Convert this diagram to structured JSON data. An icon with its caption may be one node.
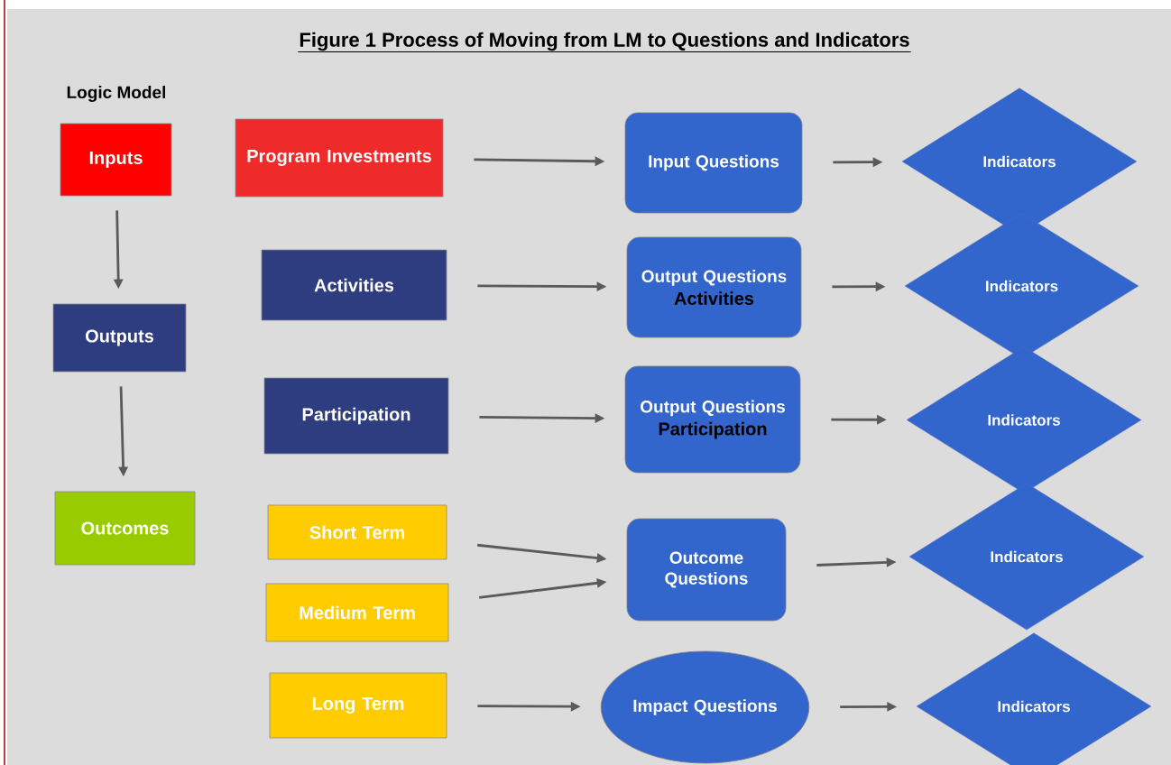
{
  "diagram": {
    "title": "Figure 1 Process of Moving from LM to Questions and Indicators",
    "nodes": [
      {
        "text": [
          "Inputs"
        ]
      },
      {
        "text": [
          "Outputs"
        ]
      },
      {
        "text": [
          "Outcomes"
        ]
      },
      {
        "text": [
          "Program Investments"
        ]
      },
      {
        "text": [
          "Activities"
        ]
      },
      {
        "text": [
          "Participation"
        ]
      },
      {
        "text": [
          "Short Term"
        ]
      },
      {
        "text": [
          "Medium Term"
        ]
      },
      {
        "text": [
          "Long Term"
        ]
      },
      {
        "text": [
          "Input Questions"
        ]
      },
      {
        "text": [
          "Output Questions",
          "Activities"
        ]
      },
      {
        "text": [
          "Output Questions",
          "Participation"
        ]
      },
      {
        "text": [
          "Outcome Questions"
        ]
      },
      {
        "text": [
          "Impact Questions"
        ]
      },
      {
        "text": [
          "Indicators"
        ]
      },
      {
        "text": [
          "Indicators"
        ]
      },
      {
        "text": [
          "Indicators"
        ]
      },
      {
        "text": [
          "Indicators"
        ]
      },
      {
        "text": [
          "Indicators"
        ]
      }
    ],
    "edges": [
      {
        "from": 0,
        "to": 1,
        "arrow": "to"
      },
      {
        "from": 1,
        "to": 2,
        "arrow": "to"
      },
      {
        "from": 3,
        "to": 9,
        "arrow": "to"
      },
      {
        "from": 4,
        "to": 10,
        "arrow": "to"
      },
      {
        "from": 5,
        "to": 11,
        "arrow": "to"
      },
      {
        "from": 6,
        "to": 12,
        "arrow": "to"
      },
      {
        "from": 7,
        "to": 12,
        "arrow": "to"
      },
      {
        "from": 8,
        "to": 13,
        "arrow": "to"
      },
      {
        "from": 9,
        "to": 14,
        "arrow": "to"
      },
      {
        "from": 10,
        "to": 15,
        "arrow": "to"
      },
      {
        "from": 11,
        "to": 16,
        "arrow": "to"
      },
      {
        "from": 12,
        "to": 17,
        "arrow": "to"
      },
      {
        "from": 13,
        "to": 18,
        "arrow": "to"
      }
    ],
    "labels": [
      "Logic Model"
    ]
  }
}
